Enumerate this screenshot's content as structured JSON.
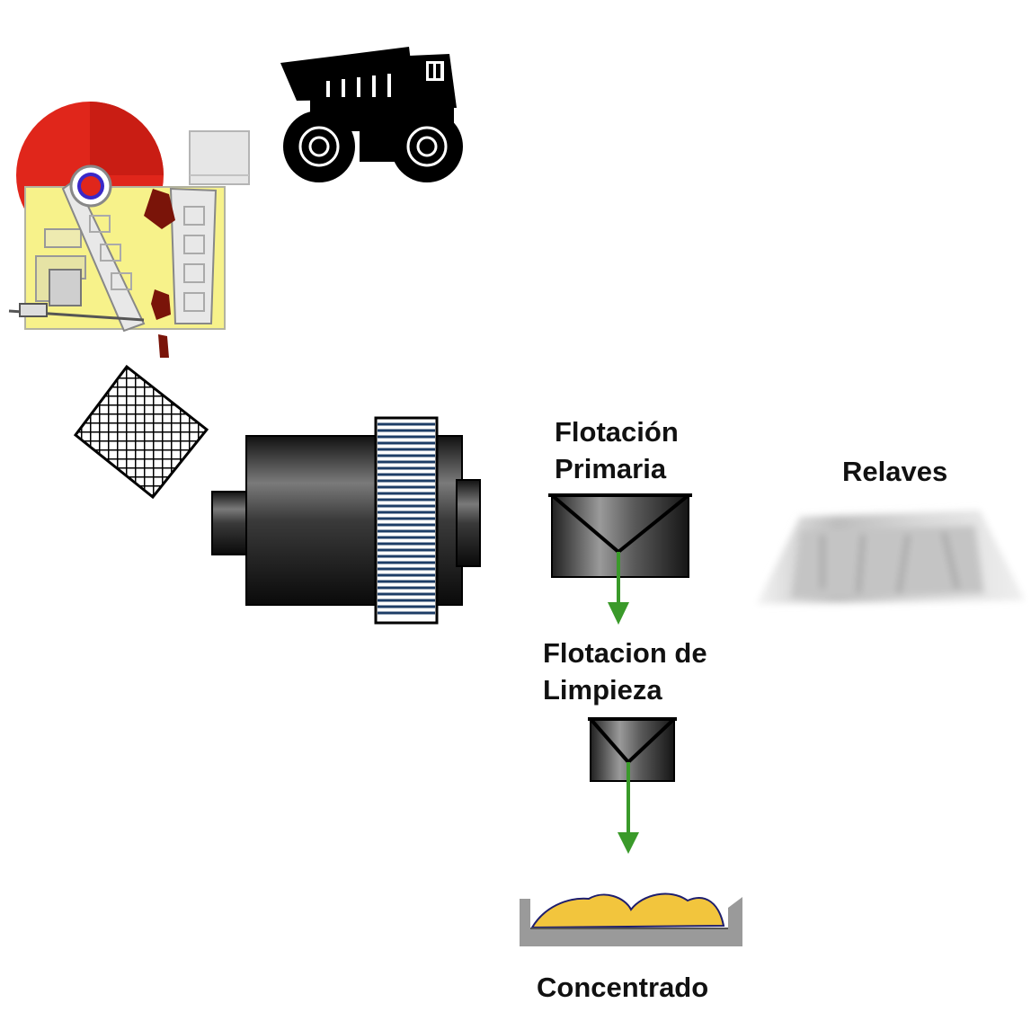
{
  "labels": {
    "primary_flotation": [
      "Flotación",
      "Primaria"
    ],
    "cleaner_flotation": [
      "Flotacion de",
      "Limpieza"
    ],
    "tailings": "Relaves",
    "concentrate": "Concentrado"
  },
  "icons": [
    "dump-truck-icon",
    "jaw-crusher-icon",
    "screen-mesh-icon",
    "ball-mill-icon",
    "primary-flotation-cell-icon",
    "cleaner-flotation-cell-icon",
    "tailings-dam-icon",
    "concentrate-tray-icon"
  ],
  "colors": {
    "flow_arrow": "#3a9a2a",
    "concentrate": "#f2c53d",
    "crusher_body": "#f7f28a",
    "crusher_wheel": "#e0261b",
    "ore": "#7a1409",
    "mill_rings": "#1d3d66"
  }
}
